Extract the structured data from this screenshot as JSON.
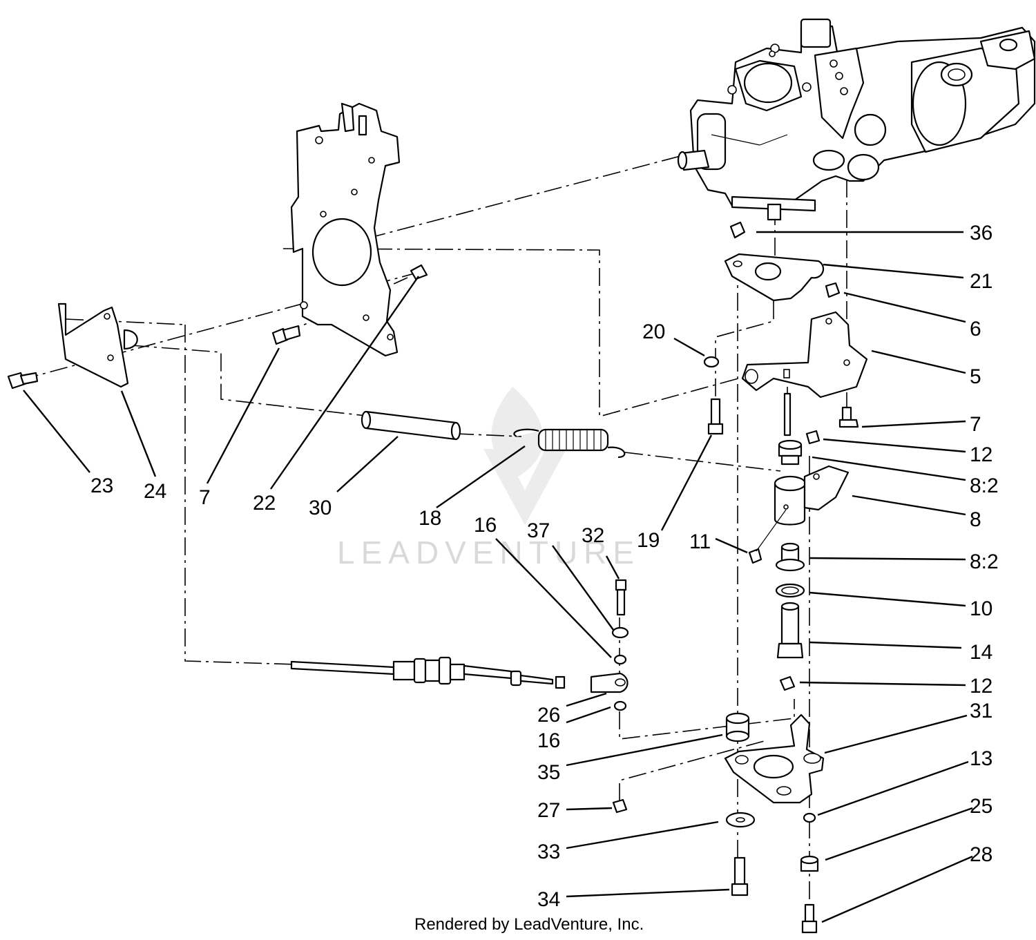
{
  "watermark": "LEADVENTURE",
  "credit": "Rendered by LeadVenture, Inc.",
  "callouts": {
    "c36": "36",
    "c21": "21",
    "c6": "6",
    "c5": "5",
    "c7r": "7",
    "c12a": "12",
    "c82a": "8:2",
    "c8": "8",
    "c82b": "8:2",
    "c10": "10",
    "c14": "14",
    "c12b": "12",
    "c31": "31",
    "c13": "13",
    "c25": "25",
    "c28": "28",
    "c20": "20",
    "c19": "19",
    "c11": "11",
    "c32": "32",
    "c37": "37",
    "c16a": "16",
    "c26": "26",
    "c16b": "16",
    "c35": "35",
    "c27": "27",
    "c33": "33",
    "c34": "34",
    "c18": "18",
    "c30": "30",
    "c22": "22",
    "c7l": "7",
    "c24": "24",
    "c23": "23"
  }
}
